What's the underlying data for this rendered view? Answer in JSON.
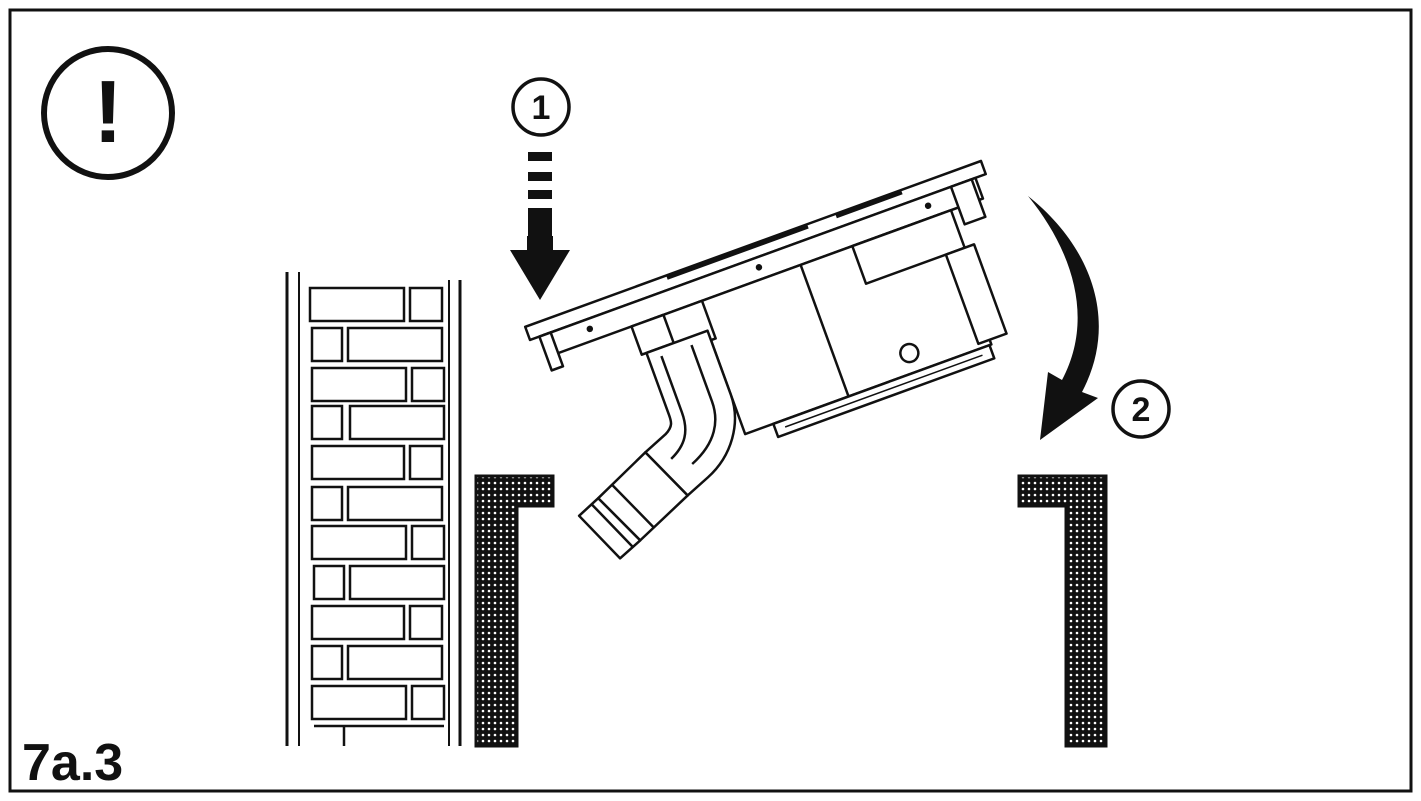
{
  "figure": {
    "label": "7a.3",
    "warning_symbol": "!",
    "steps": [
      {
        "number": "1",
        "direction": "down"
      },
      {
        "number": "2",
        "direction": "rotate-clockwise-down"
      }
    ]
  },
  "icons": [
    "warning-icon",
    "down-arrow-icon",
    "curved-arrow-icon"
  ],
  "colors": {
    "ink": "#111111",
    "paper": "#ffffff"
  }
}
